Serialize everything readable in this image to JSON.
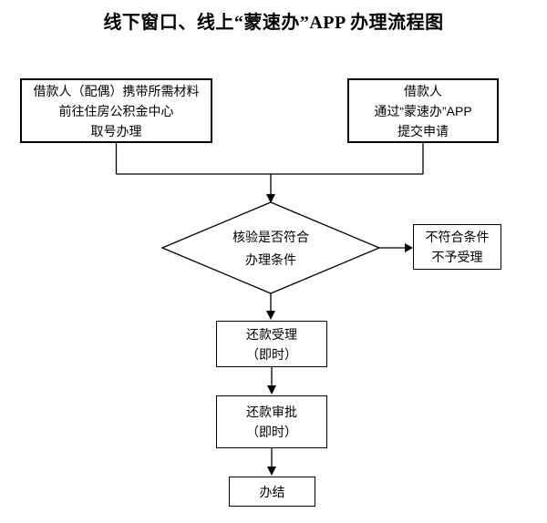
{
  "title": "线下窗口、线上“蒙速办”APP 办理流程图",
  "nodes": {
    "offline_window": {
      "lines": [
        "借款人（配偶）携带所需材料",
        "前往住房公积金中心",
        "取号办理"
      ]
    },
    "online_app": {
      "lines": [
        "借款人",
        "通过“蒙速办”APP",
        "提交申请"
      ]
    },
    "decision": {
      "lines": [
        "核验是否符合",
        "办理条件"
      ]
    },
    "rejected": {
      "lines": [
        "不符合条件",
        "不予受理"
      ]
    },
    "repayment_acceptance": {
      "lines": [
        "还款受理",
        "（即时）"
      ]
    },
    "repayment_approval": {
      "lines": [
        "还款审批",
        "（即时）"
      ]
    },
    "completed": {
      "lines": [
        "办结"
      ]
    }
  },
  "colors": {
    "stroke": "#000000",
    "text": "#000000",
    "background": "#ffffff"
  }
}
